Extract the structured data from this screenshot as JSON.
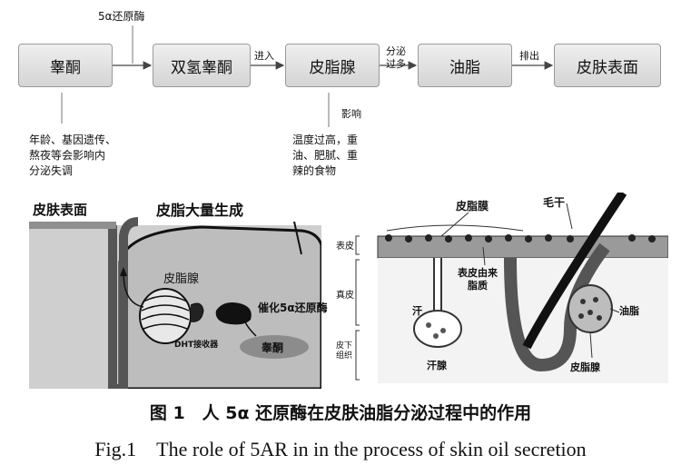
{
  "flow": {
    "top_label": "5α还原酶",
    "boxes": [
      "睾酮",
      "双氢睾酮",
      "皮脂腺",
      "油脂",
      "皮肤表面"
    ],
    "arrow_labels": [
      "进入",
      "分泌\n过多",
      "排出"
    ],
    "note_left": "年龄、基因遗传、\n熬夜等会影响内\n分泌失调",
    "note_mid_label": "影响",
    "note_mid": "温度过高，重\n油、肥腻、重\n辣的食物"
  },
  "left_diagram": {
    "skin_surface": "皮肤表面",
    "sebum_production": "皮脂大量生成",
    "sebaceous_gland": "皮脂腺",
    "enzyme": "催化5α还原酶",
    "testosterone": "睾酮",
    "receptor": "DHT接收器"
  },
  "right_diagram": {
    "layer_epidermis": "表皮",
    "layer_dermis": "真皮",
    "layer_subcutis": "皮下\n组织",
    "sebum_film": "皮脂膜",
    "hair_shaft": "毛干",
    "sweat": "汗",
    "sebum_from_skin": "表皮由来\n脂质",
    "oil": "油脂",
    "sweat_gland": "汗腺",
    "sebaceous_gland": "皮脂腺"
  },
  "caption": {
    "zh": "图 1　人 5α 还原酶在皮肤油脂分泌过程中的作用",
    "en": "Fig.1　The role of 5AR in in the process of skin oil secretion"
  }
}
